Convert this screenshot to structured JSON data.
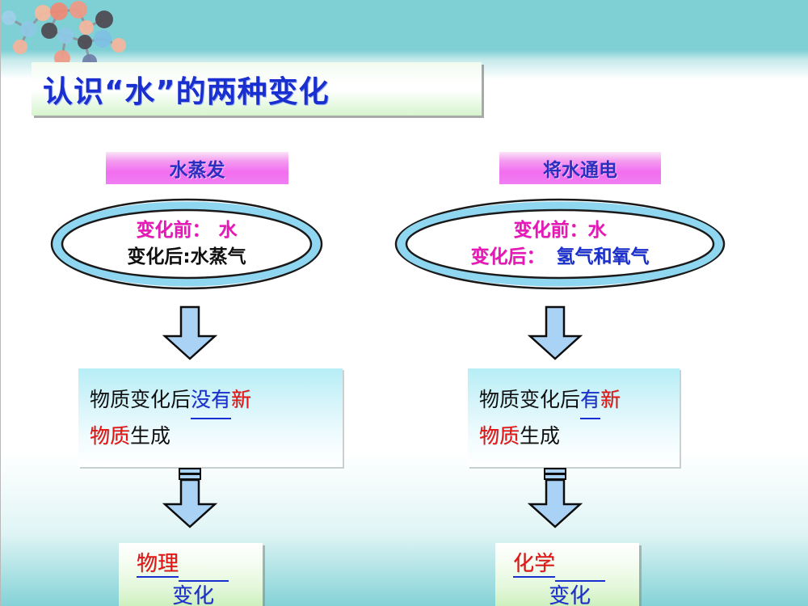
{
  "slide": {
    "title": "认识“水”的两种变化",
    "decoration_icon": "molecule-model-icon"
  },
  "columns": [
    {
      "id": "physical-change",
      "header": "水蒸发",
      "oval": {
        "line1_label": "变化前：",
        "line1_value": "水",
        "line2_label": "变化后:",
        "line2_value": "水蒸气"
      },
      "statement": {
        "prefix": "物质变化后",
        "blank_answer": "没有",
        "highlight": "新",
        "second_line_highlight": "物质",
        "second_line_suffix": "生成"
      },
      "conclusion": {
        "answer": "物理",
        "suffix": "变化"
      }
    },
    {
      "id": "chemical-change",
      "header": "将水通电",
      "oval": {
        "line1_label": "变化前：",
        "line1_value": "水",
        "line2_label": "变化后：",
        "line2_value": "氢气和氧气"
      },
      "statement": {
        "prefix": "物质变化后",
        "blank_answer": "有",
        "highlight": "新",
        "second_line_highlight": "物质",
        "second_line_suffix": "生成"
      },
      "conclusion": {
        "answer": "化学",
        "suffix": "变化"
      }
    }
  ],
  "colors": {
    "background_band": "#7ed0d4",
    "title_text": "#1a2fcf",
    "header_box": "#f26ef0",
    "arrow_fill": "#a9d2f5",
    "accent_red": "#e81414",
    "accent_blue": "#1a2fcf",
    "accent_magenta": "#e817b8"
  }
}
